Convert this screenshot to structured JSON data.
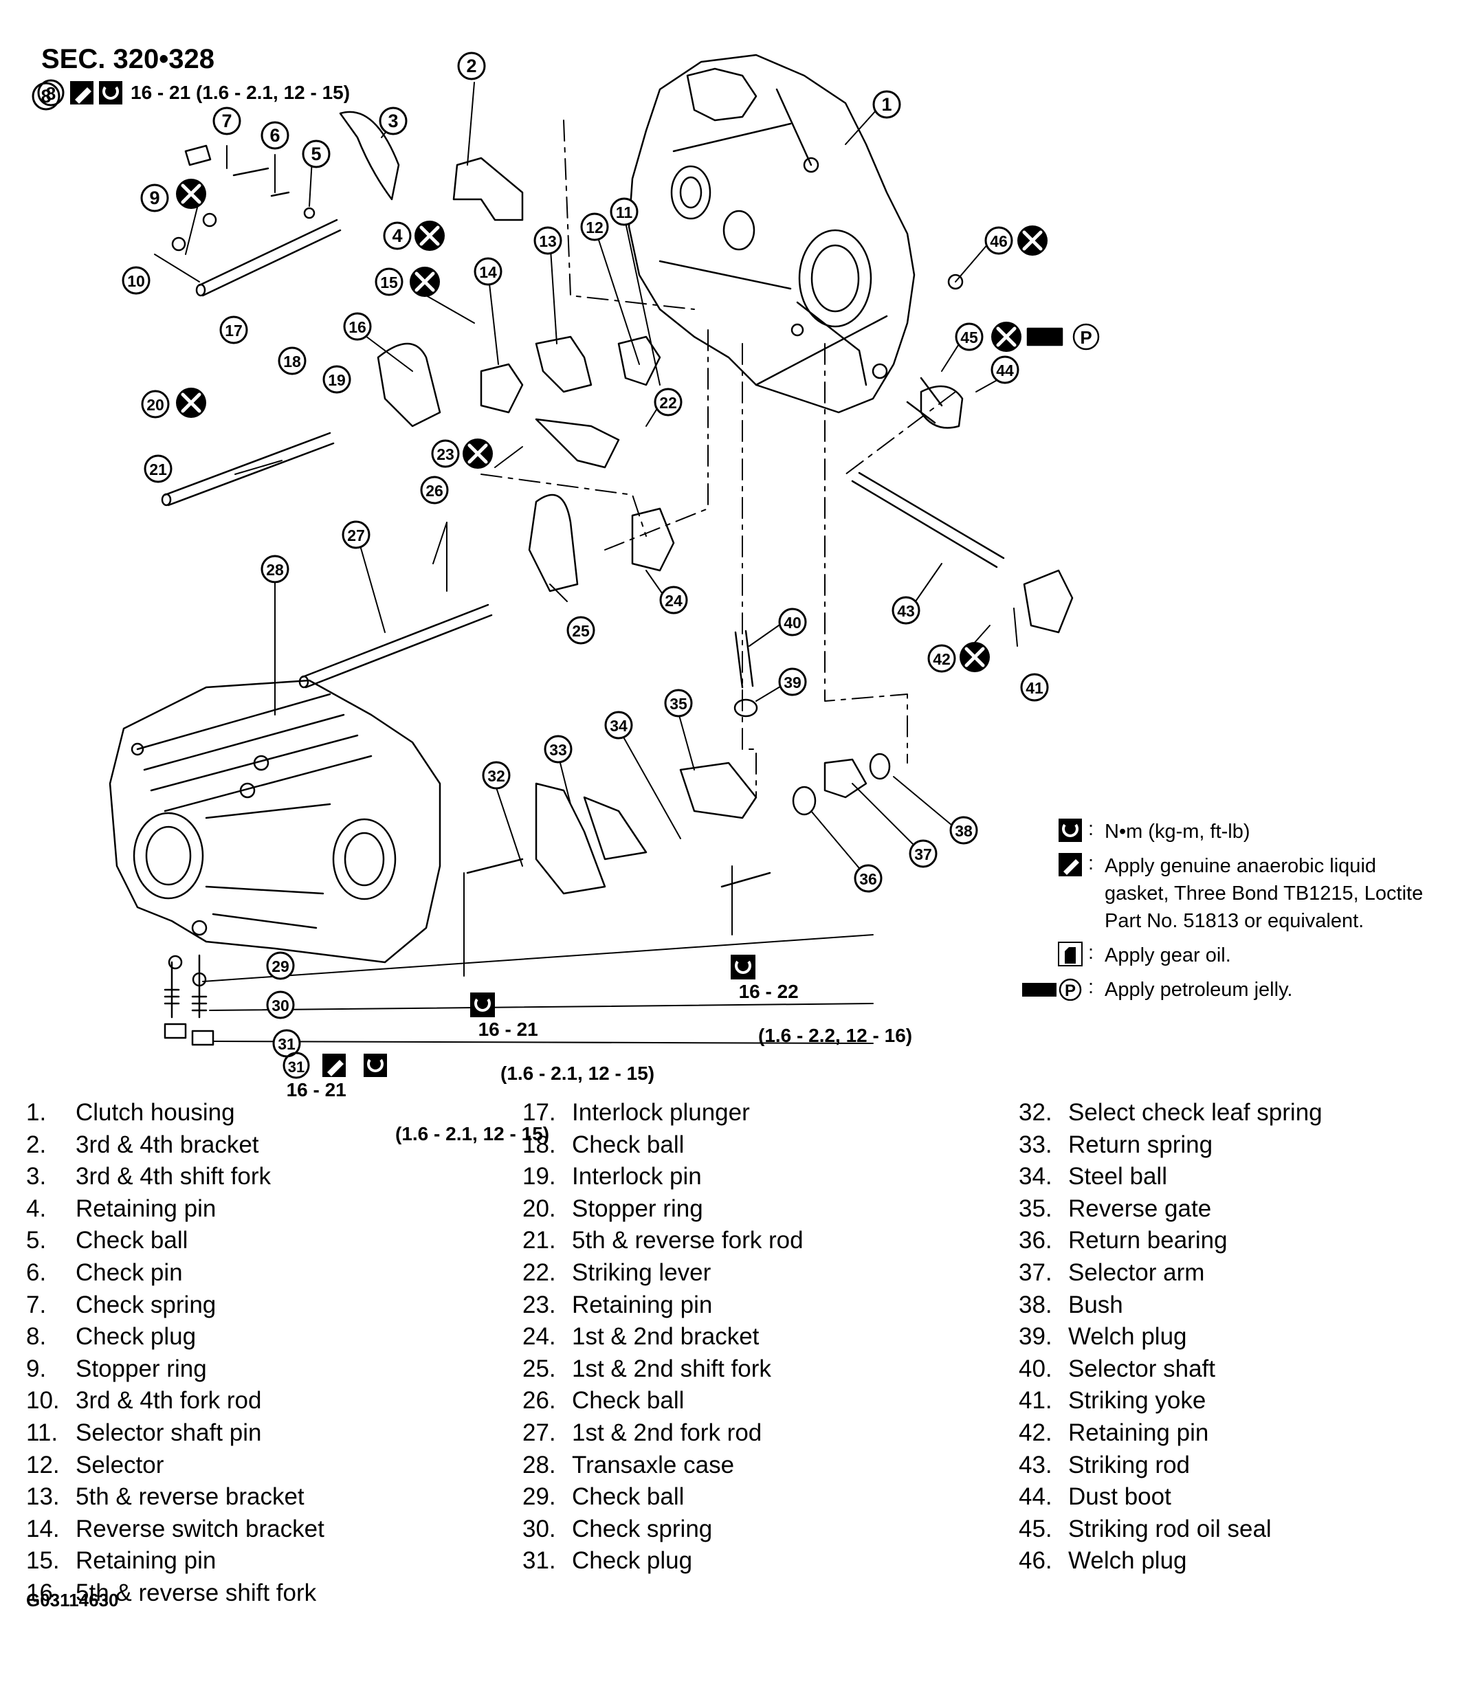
{
  "section_title": "SEC. 320•328",
  "torque_specs": [
    {
      "id": "plug8",
      "part": "8",
      "line1": "16 - 21 (1.6 - 2.1, 12 - 15)",
      "line2": ""
    },
    {
      "id": "bolt32",
      "part": "",
      "line1": "16 - 21",
      "line2": "(1.6 - 2.1, 12 - 15)"
    },
    {
      "id": "bolt35",
      "part": "",
      "line1": "16 - 22",
      "line2": "(1.6 - 2.2, 12 - 16)"
    },
    {
      "id": "plug31",
      "part": "31",
      "line1": "16 - 21",
      "line2": "(1.6 - 2.1, 12 - 15)"
    }
  ],
  "legend": [
    {
      "icon": "torque-wrench-icon",
      "text": "N•m (kg-m, ft-lb)"
    },
    {
      "icon": "liquid-gasket-icon",
      "text": "Apply genuine anaerobic liquid gasket, Three Bond TB1215, Loctite Part No. 51813 or equivalent."
    },
    {
      "icon": "gear-oil-icon",
      "text": "Apply gear oil."
    },
    {
      "icon": "petroleum-jelly-icon",
      "text": "Apply petroleum jelly."
    }
  ],
  "callouts": [
    "1",
    "2",
    "3",
    "4",
    "5",
    "6",
    "7",
    "8",
    "9",
    "10",
    "11",
    "12",
    "13",
    "14",
    "15",
    "16",
    "17",
    "18",
    "19",
    "20",
    "21",
    "22",
    "23",
    "24",
    "25",
    "26",
    "27",
    "28",
    "29",
    "30",
    "31",
    "32",
    "33",
    "34",
    "35",
    "36",
    "37",
    "38",
    "39",
    "40",
    "41",
    "42",
    "43",
    "44",
    "45",
    "46"
  ],
  "parts": [
    {
      "num": "1.",
      "name": "Clutch housing"
    },
    {
      "num": "2.",
      "name": "3rd & 4th bracket"
    },
    {
      "num": "3.",
      "name": "3rd & 4th shift fork"
    },
    {
      "num": "4.",
      "name": "Retaining pin"
    },
    {
      "num": "5.",
      "name": "Check ball"
    },
    {
      "num": "6.",
      "name": "Check pin"
    },
    {
      "num": "7.",
      "name": "Check spring"
    },
    {
      "num": "8.",
      "name": "Check plug"
    },
    {
      "num": "9.",
      "name": "Stopper ring"
    },
    {
      "num": "10.",
      "name": "3rd & 4th fork rod"
    },
    {
      "num": "11.",
      "name": "Selector shaft pin"
    },
    {
      "num": "12.",
      "name": "Selector"
    },
    {
      "num": "13.",
      "name": "5th & reverse bracket"
    },
    {
      "num": "14.",
      "name": "Reverse switch bracket"
    },
    {
      "num": "15.",
      "name": "Retaining pin"
    },
    {
      "num": "16.",
      "name": "5th & reverse shift fork"
    },
    {
      "num": "17.",
      "name": "Interlock plunger"
    },
    {
      "num": "18.",
      "name": "Check ball"
    },
    {
      "num": "19.",
      "name": "Interlock pin"
    },
    {
      "num": "20.",
      "name": "Stopper ring"
    },
    {
      "num": "21.",
      "name": "5th & reverse fork rod"
    },
    {
      "num": "22.",
      "name": "Striking lever"
    },
    {
      "num": "23.",
      "name": "Retaining pin"
    },
    {
      "num": "24.",
      "name": "1st & 2nd bracket"
    },
    {
      "num": "25.",
      "name": "1st & 2nd shift fork"
    },
    {
      "num": "26.",
      "name": "Check ball"
    },
    {
      "num": "27.",
      "name": "1st & 2nd fork rod"
    },
    {
      "num": "28.",
      "name": "Transaxle case"
    },
    {
      "num": "29.",
      "name": "Check ball"
    },
    {
      "num": "30.",
      "name": "Check spring"
    },
    {
      "num": "31.",
      "name": "Check plug"
    },
    {
      "num": "32.",
      "name": "Select check leaf spring"
    },
    {
      "num": "33.",
      "name": "Return spring"
    },
    {
      "num": "34.",
      "name": "Steel ball"
    },
    {
      "num": "35.",
      "name": "Reverse gate"
    },
    {
      "num": "36.",
      "name": "Return bearing"
    },
    {
      "num": "37.",
      "name": "Selector arm"
    },
    {
      "num": "38.",
      "name": "Bush"
    },
    {
      "num": "39.",
      "name": "Welch plug"
    },
    {
      "num": "40.",
      "name": "Selector shaft"
    },
    {
      "num": "41.",
      "name": "Striking yoke"
    },
    {
      "num": "42.",
      "name": "Retaining pin"
    },
    {
      "num": "43.",
      "name": "Striking rod"
    },
    {
      "num": "44.",
      "name": "Dust boot"
    },
    {
      "num": "45.",
      "name": "Striking rod oil seal"
    },
    {
      "num": "46.",
      "name": "Welch plug"
    }
  ],
  "figure_id": "G03114630"
}
